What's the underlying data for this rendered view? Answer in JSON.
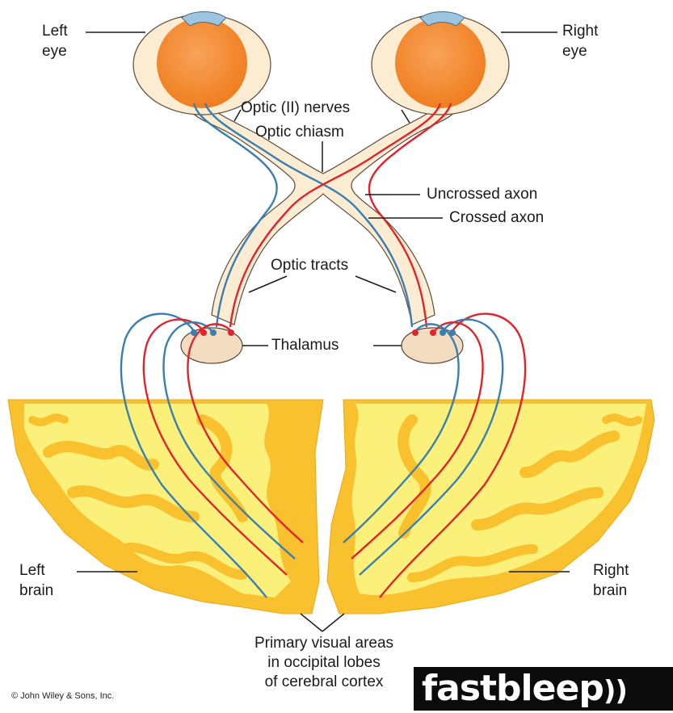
{
  "labels": {
    "left_eye": "Left\neye",
    "right_eye": "Right\neye",
    "optic_nerves": "Optic (II) nerves",
    "optic_chiasm": "Optic chiasm",
    "uncrossed_axon": "Uncrossed axon",
    "crossed_axon": "Crossed axon",
    "optic_tracts": "Optic tracts",
    "thalamus": "Thalamus",
    "left_brain": "Left\nbrain",
    "right_brain": "Right\nbrain",
    "primary_visual_areas": "Primary visual areas\nin occipital lobes\nof cerebral cortex"
  },
  "copyright": "© John Wiley & Sons, Inc.",
  "logo": "fastbleep",
  "colors": {
    "eye": "#f58a2c",
    "nerve": "#fbecd2",
    "thalamus": "#f3dcc0",
    "brain_inner": "#fbf07a",
    "brain_outer": "#f9c12e",
    "blue_axon": "#3a7fb0",
    "red_axon": "#e0242b"
  }
}
